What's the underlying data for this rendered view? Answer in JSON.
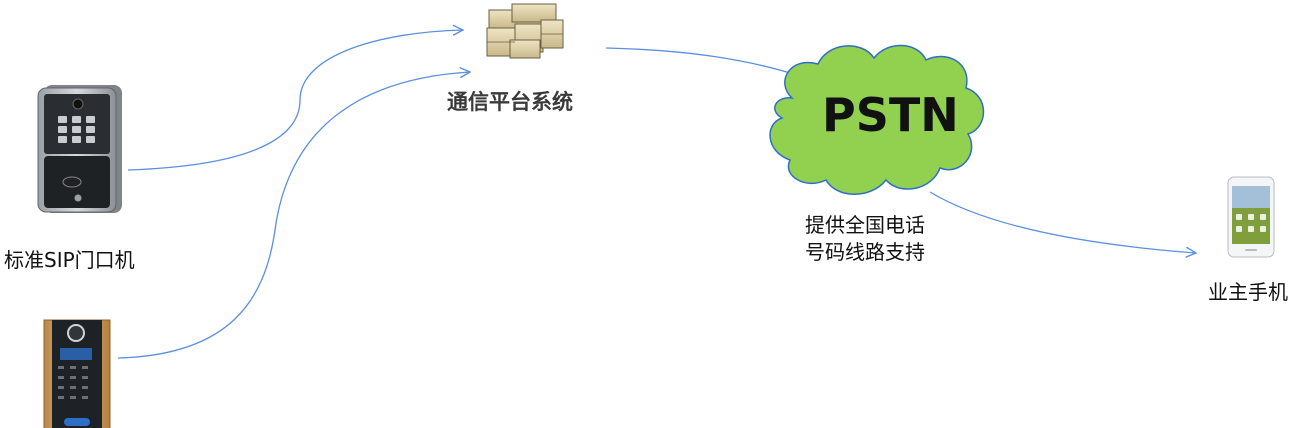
{
  "labels": {
    "sip_door_station": "标准SIP门口机",
    "platform": "通信平台系统",
    "pstn": "PSTN",
    "pstn_note_line1": "提供全国电话",
    "pstn_note_line2": "号码线路支持",
    "owner_phone": "业主手机"
  },
  "colors": {
    "arrow": "#5b8fe0",
    "cloud_fill": "#92d050",
    "cloud_stroke": "#2e6fc6"
  },
  "icons": {
    "server": "server-stack-icon",
    "door_station_1": "sip-door-station-keypad-icon",
    "door_station_2": "wooden-door-station-icon",
    "phone": "smartphone-icon"
  }
}
